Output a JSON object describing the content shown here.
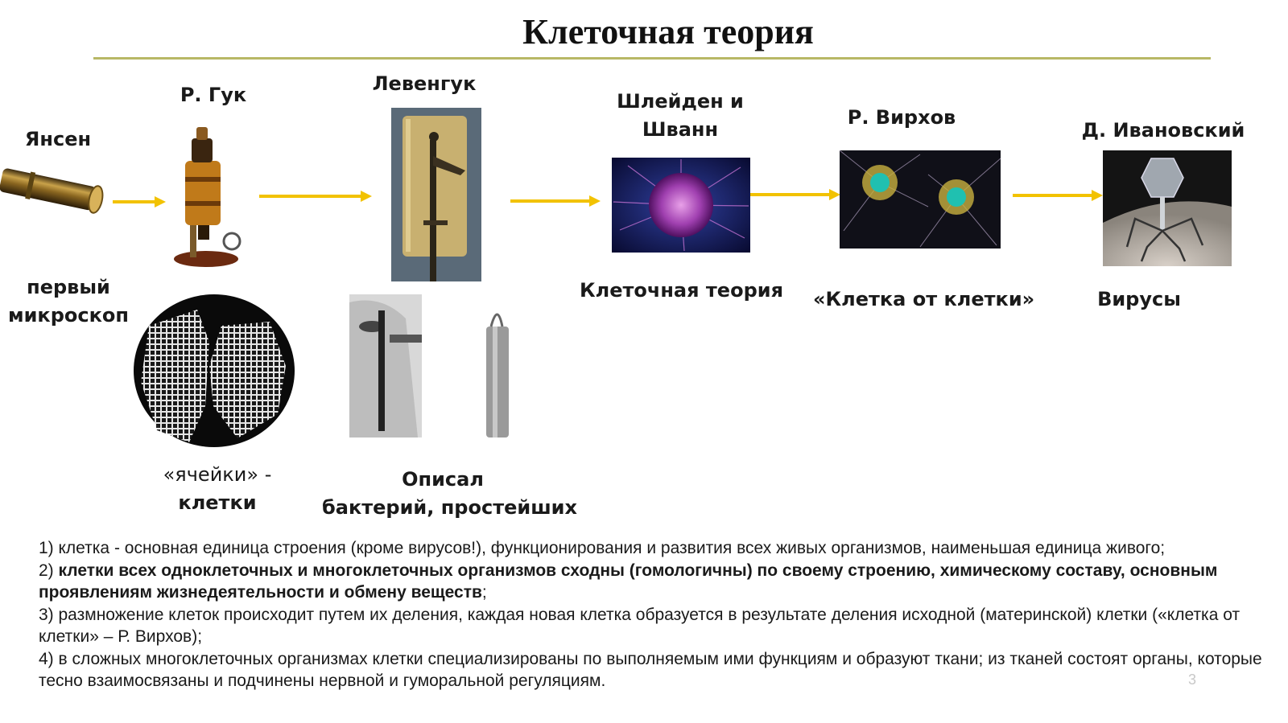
{
  "slide": {
    "title": "Клеточная теория",
    "rule_color": "#b8b866",
    "arrow_color": "#f2c200",
    "page_number": "3"
  },
  "timeline": [
    {
      "name": "Янсен",
      "caption": [
        "первый",
        "микроскоп"
      ]
    },
    {
      "name": "Р. Гук",
      "caption": [
        "«ячейки» -",
        "клетки"
      ]
    },
    {
      "name": "Левенгук",
      "caption": [
        "Описал",
        "бактерий, простейших"
      ]
    },
    {
      "name": [
        "Шлейден и",
        "Шванн"
      ],
      "caption": [
        "Клеточная теория"
      ]
    },
    {
      "name": "Р. Вирхов",
      "caption": [
        "«Клетка от клетки»"
      ]
    },
    {
      "name": "Д. Ивановский",
      "caption": [
        "Вирусы"
      ]
    }
  ],
  "points": [
    {
      "text": "1) клетка - основная единица строения (кроме вирусов!), функционирования и развития всех живых организмов, наименьшая единица живого;"
    },
    {
      "prefix": "2) ",
      "bold": "клетки всех одноклеточных и многоклеточных организмов сходны (гомологичны) по своему строению, химическому составу, основным проявлениям жизнедеятельности и обмену веществ",
      "suffix": ";"
    },
    {
      "text": "3) размножение клеток происходит путем их деления, каждая новая клетка образуется в результате деления исходной (материнской) клетки («клетка от клетки» – Р. Вирхов);"
    },
    {
      "text": "4) в сложных многоклеточных организмах клетки специализированы по выполняемым ими функциям и образуют ткани; из тканей состоят органы, которые тесно взаимосвязаны и подчинены нервной и гуморальной регуляциям."
    }
  ],
  "icons": {
    "telescope": "brass-tube-image",
    "hooke_microscope": "hooke-microscope-image",
    "cork_cells": "cork-cells-image",
    "leeuwenhoek_microscope": "leeuwenhoek-microscope-image",
    "leeuwenhoek_usage": "leeuwenhoek-usage-image",
    "cell": "cell-image",
    "dividing_cells": "neurons-image",
    "virus": "bacteriophage-image"
  }
}
